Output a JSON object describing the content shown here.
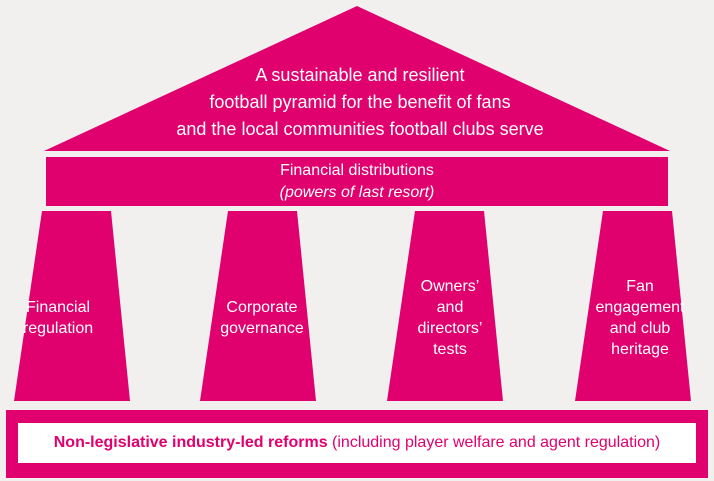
{
  "colors": {
    "primary": "#e0006e",
    "panel": "#ffffff",
    "background": "#f2f0ef"
  },
  "roof": {
    "lines": [
      "A sustainable and resilient",
      "football pyramid for the benefit of fans",
      "and the local communities football clubs serve"
    ]
  },
  "beam": {
    "title": "Financial distributions",
    "subtitle": "(powers of last resort)"
  },
  "pillars": [
    {
      "lines": [
        "Financial",
        "regulation"
      ]
    },
    {
      "lines": [
        "Corporate",
        "governance"
      ]
    },
    {
      "lines": [
        "Owners’",
        "and",
        "directors’",
        "tests"
      ]
    },
    {
      "lines": [
        "Fan",
        "engagement",
        "and club",
        "heritage"
      ]
    }
  ],
  "foundation": {
    "bold_text": "Non-legislative industry-led reforms",
    "normal_text": " (including player welfare and agent regulation)"
  }
}
